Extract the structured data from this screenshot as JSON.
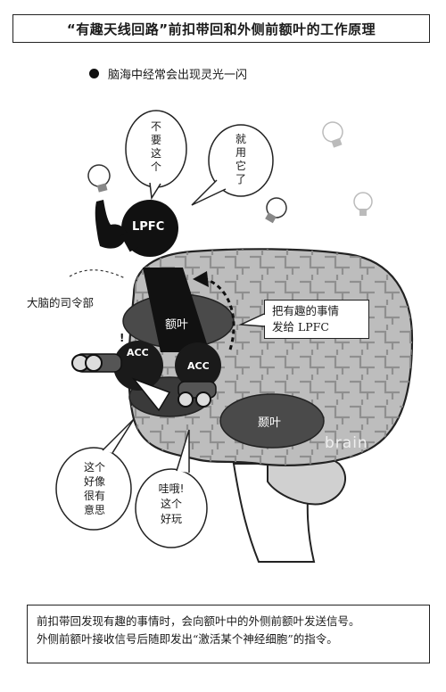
{
  "title": "“有趣天线回路”前扣带回和外侧前额叶的工作原理",
  "subtitle": "脑海中经常会出现灵光一闪",
  "labels": {
    "lpfc": "LPFC",
    "frontal_lobe": "额叶",
    "temporal_lobe": "颞叶",
    "acc_left": "ACC",
    "acc_right": "ACC",
    "brain_word": "brain",
    "commander": "大脑的司令部",
    "exclaim": "!"
  },
  "bubbles": {
    "dont_want": [
      "不",
      "要",
      "这",
      "个"
    ],
    "use_it": [
      "就",
      "用",
      "它",
      "了"
    ],
    "interesting": [
      "这个",
      "好像",
      "很有",
      "意思"
    ],
    "wow": [
      "哇哦!",
      "这个",
      "好玩"
    ]
  },
  "callout": {
    "line1": "把有趣的事情",
    "line2": "发给 LPFC"
  },
  "caption": {
    "line1": "前扣带回发现有趣的事情时，会向额叶中的外侧前额叶发送信号。",
    "line2": "外侧前额叶接收信号后随即发出“激活某个神经细胞”的指令。"
  }
}
